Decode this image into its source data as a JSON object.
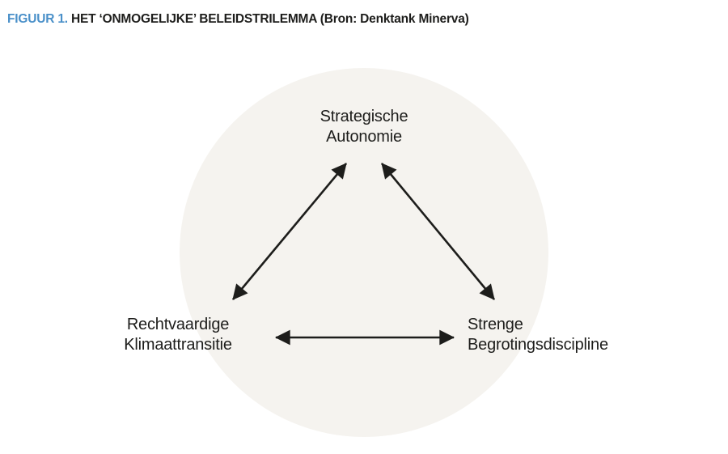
{
  "caption": {
    "number": "FIGUUR 1.",
    "title": "HET ‘ONMOGELIJKE’ BELEIDSTRILEMMA (Bron: Denktank Minerva)",
    "number_color": "#4a90c9",
    "title_color": "#1d1d1b"
  },
  "diagram": {
    "type": "trilemma-triangle",
    "background_color": "#ffffff",
    "circle_fill": "#f5f3ef",
    "stroke_color": "#1d1d1b",
    "nodes": [
      {
        "id": "strategische-autonomie",
        "position": "top",
        "line1": "Strategische",
        "line2": "Autonomie"
      },
      {
        "id": "rechtvaardige-klimaattransitie",
        "position": "bottom-left",
        "line1": "Rechtvaardige",
        "line2": "Klimaattransitie"
      },
      {
        "id": "strenge-begrotingsdiscipline",
        "position": "bottom-right",
        "line1": "Strenge",
        "line2": "Begrotingsdiscipline"
      }
    ],
    "connections": [
      {
        "id": "arrow-top-left",
        "from": "strategische-autonomie",
        "to": "rechtvaardige-klimaattransitie",
        "style": "double-headed"
      },
      {
        "id": "arrow-top-right",
        "from": "strategische-autonomie",
        "to": "strenge-begrotingsdiscipline",
        "style": "double-headed"
      },
      {
        "id": "arrow-bottom",
        "from": "rechtvaardige-klimaattransitie",
        "to": "strenge-begrotingsdiscipline",
        "style": "double-headed"
      }
    ]
  }
}
